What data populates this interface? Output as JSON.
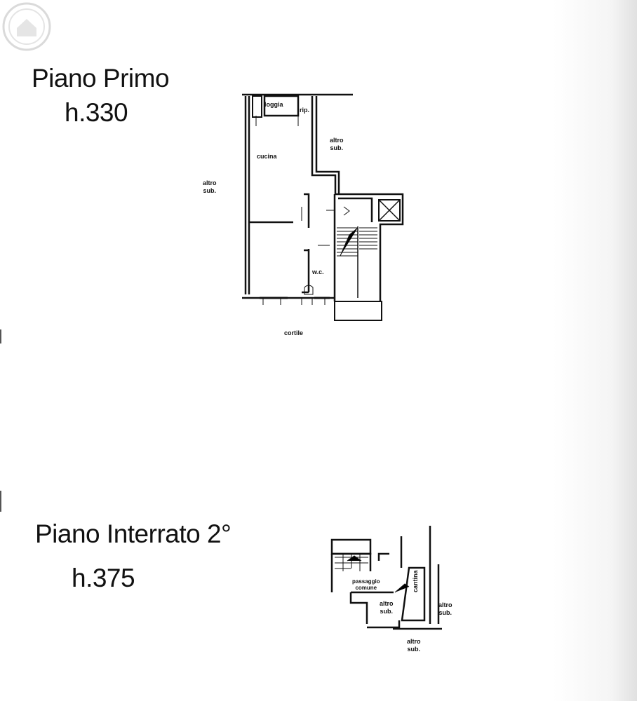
{
  "floors": [
    {
      "name": "Piano Primo",
      "height": "h.330",
      "labels": {
        "loggia": "loggia",
        "rip": "rip.",
        "cucina": "cucina",
        "wc": "w.c.",
        "altro_sub_left_1": "altro",
        "altro_sub_left_2": "sub.",
        "altro_sub_right_1": "altro",
        "altro_sub_right_2": "sub.",
        "cortile": "cortile"
      }
    },
    {
      "name": "Piano Interrato 2°",
      "height": "h.375",
      "labels": {
        "passaggio_1": "passaggio",
        "passaggio_2": "comune",
        "cantina": "cantina",
        "altro_sub_a_1": "altro",
        "altro_sub_a_2": "sub.",
        "altro_sub_b_1": "altro",
        "altro_sub_b_2": "sub.",
        "altro_sub_c_1": "altro",
        "altro_sub_c_2": "sub."
      }
    }
  ],
  "watermark": {
    "icon": "house-icon"
  },
  "colors": {
    "ink": "#111111",
    "paper": "#ffffff"
  }
}
